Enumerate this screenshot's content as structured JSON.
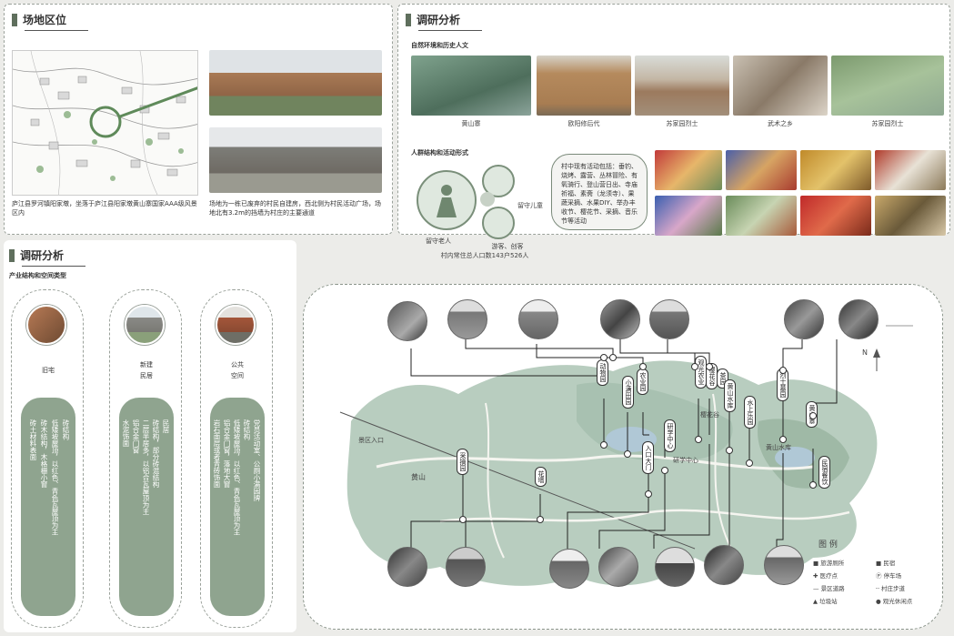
{
  "site": {
    "title": "场地区位",
    "caption_left": "庐江县罗河镇阳家墩，坐落于庐江县阳家墩黄山寨国家AAA级风景区内",
    "caption_right": "场地为一栋已废弃的村民自建房，西北侧为村民活动广场，场地北有3.2m的挡墙为村庄的主要通道"
  },
  "research_top": {
    "title": "调研分析",
    "env_subtitle": "自然环境和历史人文",
    "env_items": [
      "黄山寨",
      "欧阳修后代",
      "苏家园烈士",
      "武术之乡",
      "苏家园烈士"
    ],
    "people_subtitle": "人群结构和活动形式",
    "people_groups": [
      "留守老人",
      "留守儿童",
      "游客、创客"
    ],
    "population_text": "村内常住总人口数143户526人",
    "activities_text": "村中现有活动包括：垂钓、烧烤、露营、丛林冒险、有氧骑行、登山营日出、寺庙祈福、素斋（龙须寺）、果蔬采摘、水果DIY、举办丰收节、樱花节、采摘、音乐节等活动"
  },
  "research_bottom": {
    "title": "调研分析",
    "subtitle": "产业结构和空间类型",
    "columns": [
      {
        "label": "旧宅",
        "lines": [
          "砖结构",
          "低矮坡屋顶，以红色、青色瓦屋顶为主",
          "砖木结构，木格栅小窗",
          "砖土材料表面"
        ]
      },
      {
        "label": "新建\n民居",
        "lines": [
          "民居",
          "砖结构，部分砖混结构",
          "二层半居多，以铝合瓦屋顶为主",
          "铝合金门窗",
          "水泥饰面"
        ]
      },
      {
        "label": "公共\n空间",
        "lines": [
          "党员活动室、公厕小满园牌",
          "砖结构",
          "低矮坡屋顶，以红色、青色瓦屋顶为主",
          "铝合金门窗，落地大窗",
          "岩石面层或者青砖饰面"
        ]
      }
    ]
  },
  "map": {
    "labels_top": [
      "动物园",
      "小满田园",
      "农业园",
      "观光农业",
      "樱花谷",
      "茶园",
      "黄山水库",
      "水上乐园",
      "烈士墓园",
      "黄山寨"
    ],
    "labels_mid": [
      "研学中心",
      "入口大门",
      "民宿餐饮"
    ],
    "labels_bottom": [
      "采摘园",
      "花墙"
    ],
    "legend_title": "图 例",
    "legend_items": [
      "旅游厕所",
      "民宿",
      "医疗点",
      "停车场",
      "景区道路",
      "村庄步道",
      "垃圾站",
      "观光休闲点"
    ],
    "map_text": [
      "景区入口",
      "黄山",
      "樱花谷",
      "研学中心",
      "黄山水库"
    ],
    "compass": "N"
  },
  "colors": {
    "accent": "#5f6f5d",
    "map_green": "#b8cdbf",
    "pill": "#8fa48f"
  }
}
